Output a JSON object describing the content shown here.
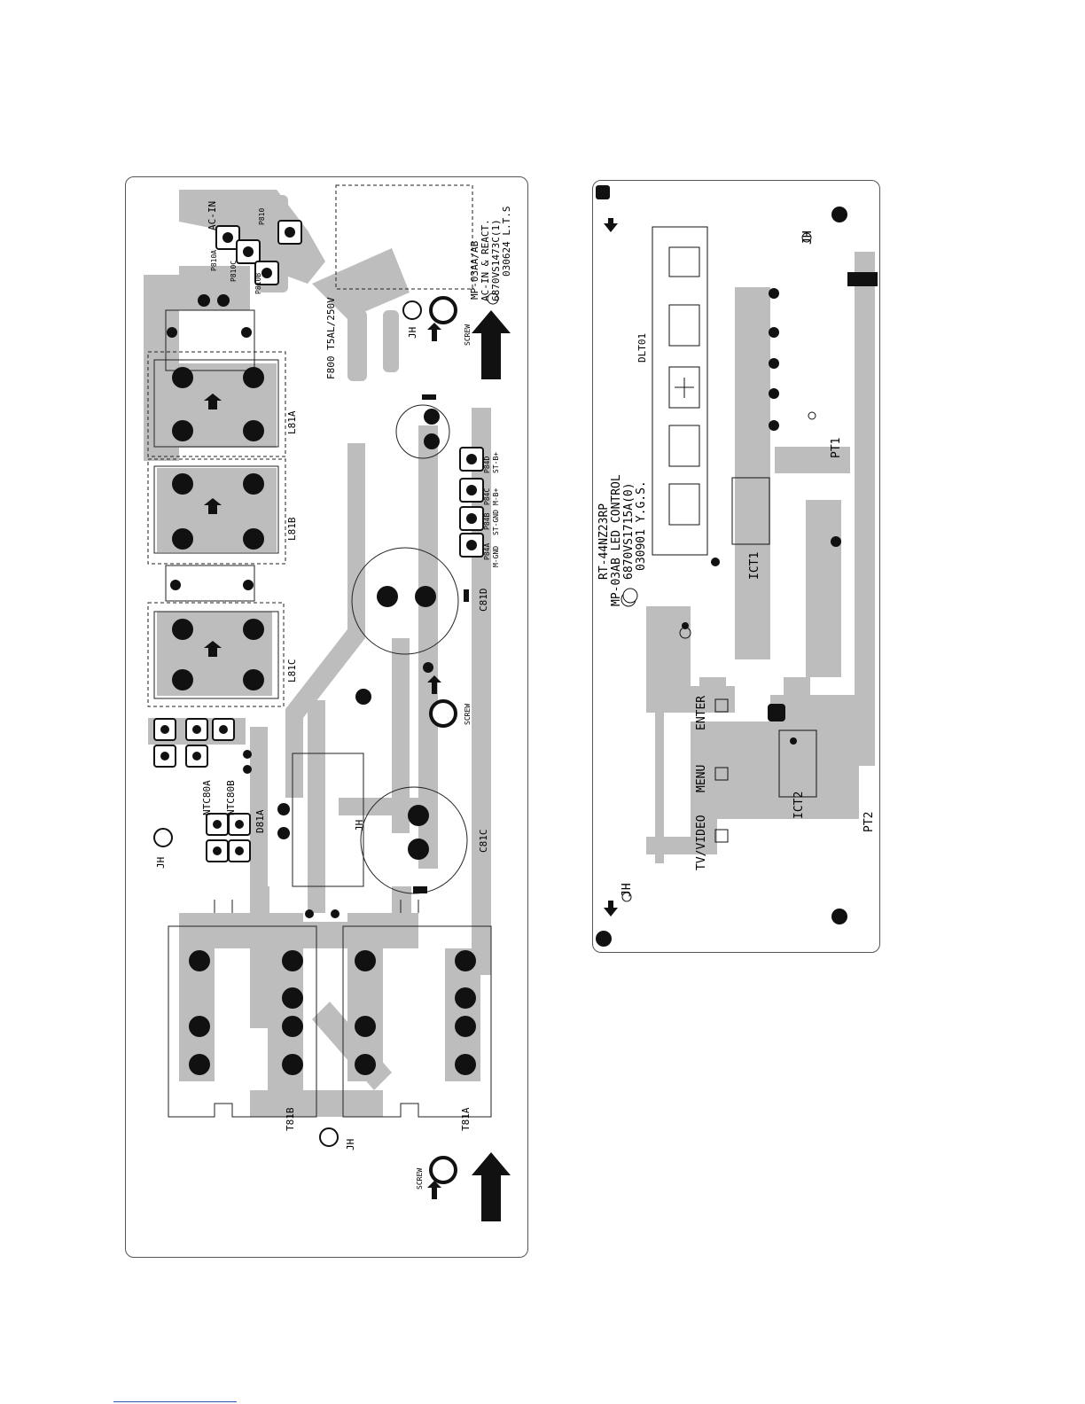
{
  "left_board": {
    "text": {
      "ac_in": "AC-IN",
      "p810": "P810",
      "p810a": "P810A",
      "p810c": "P810C",
      "p810b": "P810B",
      "model_line1": "MP-03AA/AB",
      "model_line2": "AC-IN & REACT.",
      "model_line3": "6870VS1473C(1)",
      "model_line4": "030624 L.T.S",
      "fuse": "F800 T5AL/250V",
      "jh_top": "JH",
      "screw_top": "SCREW",
      "l81a": "L81A",
      "l81b": "L81B",
      "l81c": "L81C",
      "p84d": "P84D",
      "st_b": "ST-B+",
      "p84c": "P84C",
      "m_b": "M-B+",
      "p84b": "P84B",
      "st_gnd": "ST-GND",
      "p84a": "P84A",
      "m_gnd": "M-GND",
      "c81d": "C81D",
      "screw_mid": "SCREW",
      "c81c": "C81C",
      "ntc80a": "NTC80A",
      "ntc80b": "NTC80B",
      "d81a": "D81A",
      "jh_mid": "JH",
      "jh_left": "JH",
      "t81b": "T81B",
      "t81a": "T81A",
      "jh_bottom": "JH",
      "screw_bottom": "SCREW"
    }
  },
  "right_board": {
    "text": {
      "dlt01": "DLT01",
      "model_line1": "RT-44NZ23RP",
      "model_line2": "MP-03AB LED CONTROL",
      "model_line3": "6870VS1715A(0)",
      "model_line4": "030901 Y.G.S.",
      "ict1": "ICT1",
      "pt1": "PT1",
      "enter": "ENTER",
      "menu": "MENU",
      "tv_video": "TV/VIDEO",
      "ict2": "ICT2",
      "pt2": "PT2",
      "jh_top": "JH",
      "jh_bottom": "JH"
    }
  }
}
